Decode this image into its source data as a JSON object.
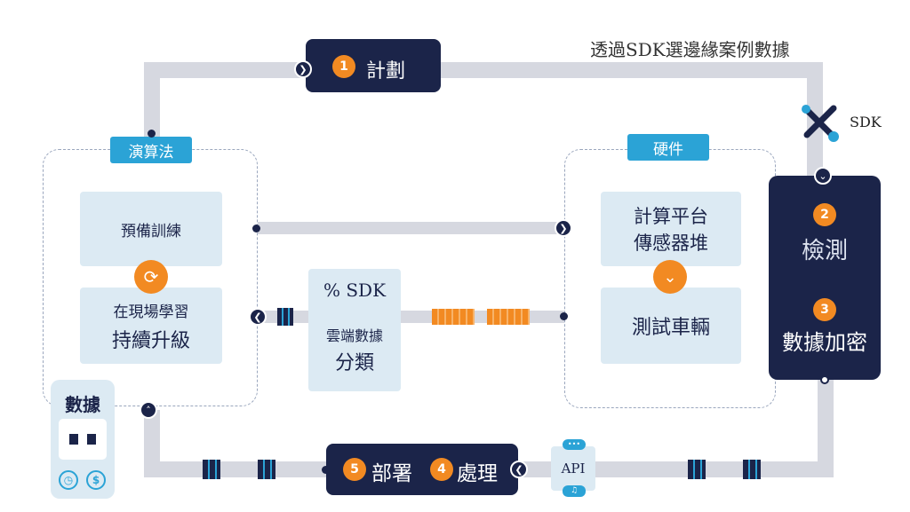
{
  "top_annotation": "透過SDK選邊緣案例數據",
  "sdk_label": "SDK",
  "plan": {
    "number": "1",
    "label": "計劃"
  },
  "algorithm": {
    "tag": "演算法",
    "pretrain": "預備訓練",
    "onsite_line1": "在現場學習",
    "onsite_line2": "持續升級"
  },
  "hardware": {
    "tag": "硬件",
    "compute_line1": "計算平台",
    "compute_line2": "傳感器堆",
    "test_vehicle": "測試車輛"
  },
  "center": {
    "sdk": "% SDK",
    "cloud": "雲端數據",
    "classify": "分類"
  },
  "detect": {
    "number": "2",
    "label": "檢測"
  },
  "encrypt": {
    "number": "3",
    "label": "數據加密"
  },
  "process": {
    "number": "4",
    "label": "處理"
  },
  "deploy": {
    "number": "5",
    "label": "部署"
  },
  "api": {
    "label": "API"
  },
  "data_panel": {
    "label": "數據"
  },
  "colors": {
    "navy": "#1b2449",
    "orange": "#f28a22",
    "blue": "#2ba3d6",
    "light": "#dceaf3",
    "track": "#d6d8e0"
  }
}
